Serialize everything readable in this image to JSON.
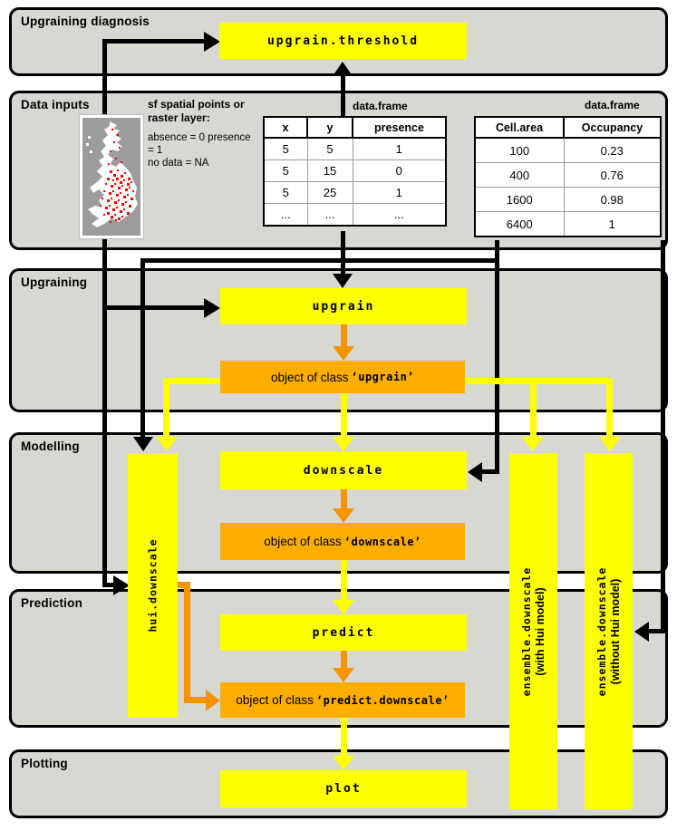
{
  "colors": {
    "panel_bg": "#d8d8d2",
    "function_box_yellow": "#ffff00",
    "object_box_orange": "#fbae00",
    "flow_orange": "#f59300",
    "flow_black": "#000000",
    "map_presence_red": "#ff0000",
    "map_land_white": "#ffffff",
    "map_nodata_gray": "#9c9c9c"
  },
  "panels": {
    "diagnosis": {
      "label": "Upgraining diagnosis"
    },
    "data_inputs": {
      "label": "Data inputs"
    },
    "upgraining": {
      "label": "Upgraining"
    },
    "modelling": {
      "label": "Modelling"
    },
    "prediction": {
      "label": "Prediction"
    },
    "plotting": {
      "label": "Plotting"
    }
  },
  "functions": {
    "upgrain_threshold": "upgrain.threshold",
    "upgrain": "upgrain",
    "downscale": "downscale",
    "predict": "predict",
    "plot": "plot",
    "hui_downscale": "hui.downscale",
    "ensemble_with": {
      "name": "ensemble.downscale",
      "sub": "(with Hui model)"
    },
    "ensemble_without": {
      "name": "ensemble.downscale",
      "sub": "(without Hui model)"
    }
  },
  "objects": {
    "upgrain": {
      "prefix": "object of class",
      "code": "‘upgrain’"
    },
    "downscale": {
      "prefix": "object of class",
      "code": "‘downscale’"
    },
    "predict_downscale": {
      "prefix": "object of class",
      "code": "‘predict.downscale’"
    }
  },
  "data_inputs": {
    "spatial_note_title": "sf spatial points or raster layer:",
    "spatial_note_body": "absence  = 0 presence\n= 1\nno data   = NA",
    "table1": {
      "caption": "data.frame",
      "headers": [
        "x",
        "y",
        "presence"
      ],
      "rows": [
        [
          "5",
          "5",
          "1"
        ],
        [
          "5",
          "15",
          "0"
        ],
        [
          "5",
          "25",
          "1"
        ],
        [
          "...",
          "...",
          "..."
        ]
      ]
    },
    "table2": {
      "caption": "data.frame",
      "headers": [
        "Cell.area",
        "Occupancy"
      ],
      "rows": [
        [
          "100",
          "0.23"
        ],
        [
          "400",
          "0.76"
        ],
        [
          "1600",
          "0.98"
        ],
        [
          "6400",
          "1"
        ]
      ]
    }
  }
}
